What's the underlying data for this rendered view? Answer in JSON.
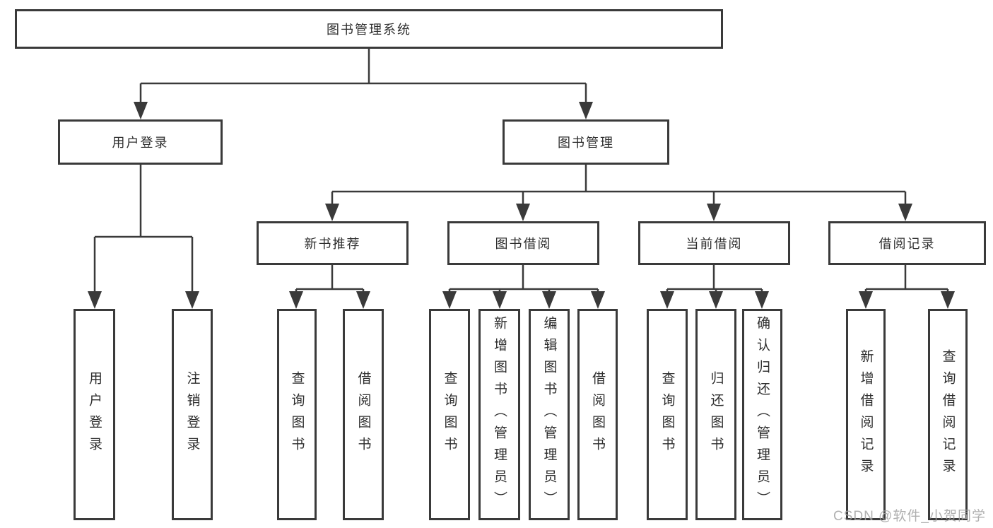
{
  "tree": {
    "label": "图书管理系统",
    "children": [
      {
        "label": "用户登录",
        "children": [
          {
            "label": "用户登录"
          },
          {
            "label": "注销登录"
          }
        ]
      },
      {
        "label": "图书管理",
        "children": [
          {
            "label": "新书推荐",
            "children": [
              {
                "label": "查询图书"
              },
              {
                "label": "借阅图书"
              }
            ]
          },
          {
            "label": "图书借阅",
            "children": [
              {
                "label": "查询图书"
              },
              {
                "label": "新增图书（管理员）"
              },
              {
                "label": "编辑图书（管理员）"
              },
              {
                "label": "借阅图书"
              }
            ]
          },
          {
            "label": "当前借阅",
            "children": [
              {
                "label": "查询图书"
              },
              {
                "label": "归还图书"
              },
              {
                "label": "确认归还（管理员）"
              }
            ]
          },
          {
            "label": "借阅记录",
            "children": [
              {
                "label": "新增借阅记录"
              },
              {
                "label": "查询借阅记录"
              }
            ]
          }
        ]
      }
    ]
  },
  "watermark": {
    "text": "CSDN @软件_小贺同学"
  },
  "colors": {
    "line": "#3a3a3a",
    "box_border": "#3a3a3a",
    "text": "#2e2e2e",
    "watermark": "#a3a3a3",
    "background": "#ffffff"
  }
}
